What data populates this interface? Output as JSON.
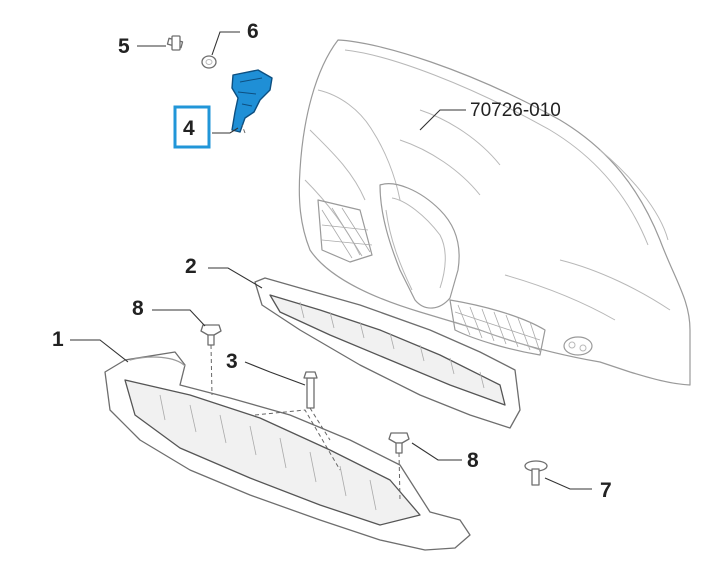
{
  "highlight_color": "#2196d8",
  "part_color": "#1f8fd6",
  "callouts": {
    "c1": "1",
    "c2": "2",
    "c3": "3",
    "c4": "4",
    "c5": "5",
    "c6": "6",
    "c7": "7",
    "c8a": "8",
    "c8b": "8",
    "ref": "70726-010"
  },
  "highlighted_callout": "4"
}
